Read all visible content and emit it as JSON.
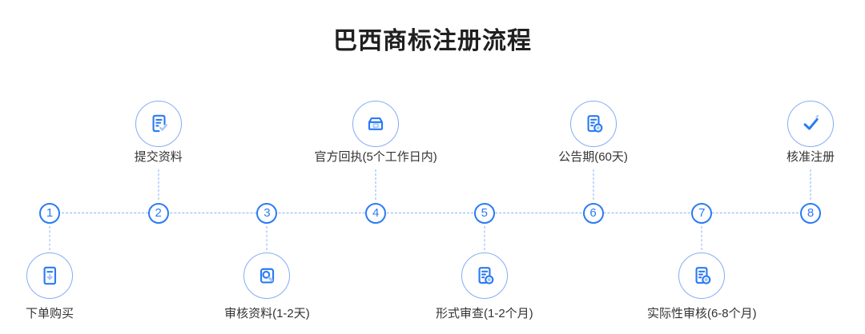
{
  "title": "巴西商标注册流程",
  "colors": {
    "primary": "#2b7bf3",
    "light": "#a5c6fa",
    "dash": "#8ab4f8",
    "label_text": "#333333",
    "title_text": "#1f1f1f"
  },
  "timeline": {
    "steps": [
      {
        "number": "1",
        "label": "下单购买",
        "icon": "order-download-icon",
        "row": "bottom"
      },
      {
        "number": "2",
        "label": "提交资料",
        "icon": "document-check-icon",
        "row": "top"
      },
      {
        "number": "3",
        "label": "审核资料(1-2天)",
        "icon": "document-search-icon",
        "row": "bottom"
      },
      {
        "number": "4",
        "label": "官方回执(5个工作日内)",
        "icon": "inbox-receipt-icon",
        "row": "top"
      },
      {
        "number": "5",
        "label": "形式审查(1-2个月)",
        "icon": "document-clock-icon",
        "row": "bottom"
      },
      {
        "number": "6",
        "label": "公告期(60天)",
        "icon": "document-clock-icon",
        "row": "top"
      },
      {
        "number": "7",
        "label": "实际性审核(6-8个月)",
        "icon": "document-clock-icon",
        "row": "bottom"
      },
      {
        "number": "8",
        "label": "核准注册",
        "icon": "approved-check-icon",
        "row": "top"
      }
    ]
  }
}
